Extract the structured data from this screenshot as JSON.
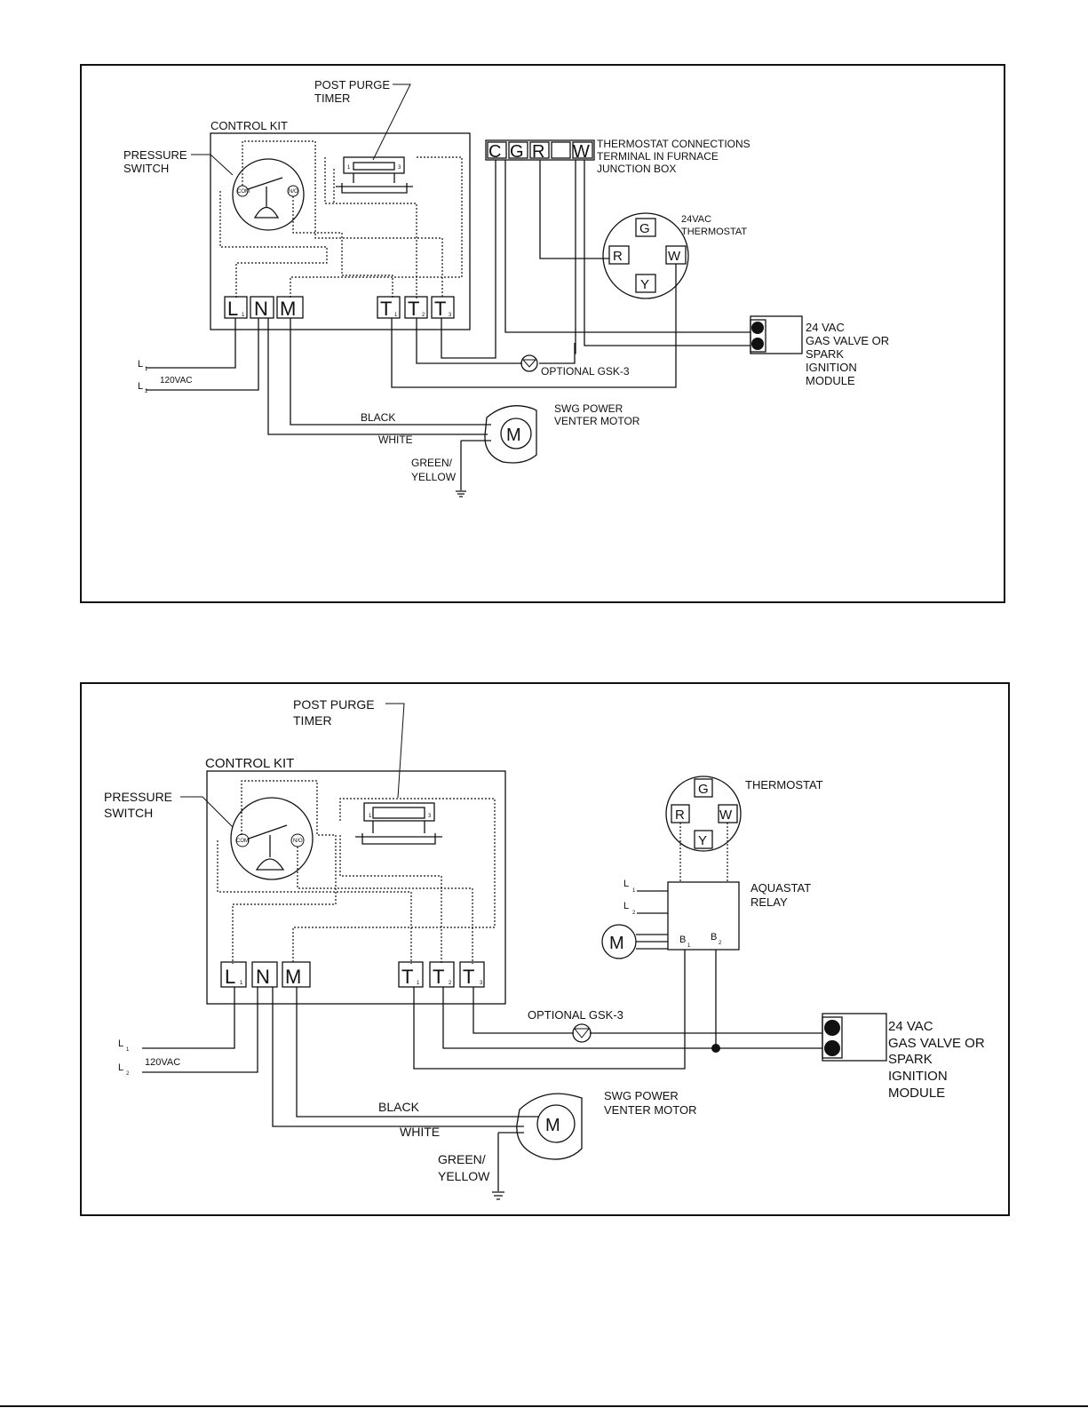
{
  "diagram1": {
    "post_purge_timer": [
      "POST PURGE",
      "TIMER"
    ],
    "control_kit": "CONTROL KIT",
    "pressure_switch": [
      "PRESSURE",
      "SWITCH"
    ],
    "switch_com": "COM",
    "switch_no": "N/O",
    "timer_pin1": "1",
    "timer_pin3": "3",
    "kit_terminals": [
      "L",
      "N",
      "M",
      "T",
      "T",
      "T"
    ],
    "kit_terminal_subs": [
      "1",
      "1",
      "2",
      "3"
    ],
    "thermostat_terminals": [
      "C",
      "G",
      "R",
      "W"
    ],
    "thermostat_connections": [
      "THERMOSTAT CONNECTIONS",
      "TERMINAL IN FURNACE",
      "JUNCTION BOX"
    ],
    "thermostat_label": [
      "24VAC",
      "THERMOSTAT"
    ],
    "thermostat_circle_terminals": [
      "G",
      "R",
      "W",
      "Y"
    ],
    "gas_valve": [
      "24 VAC",
      "GAS VALVE OR",
      "SPARK",
      "IGNITION",
      "MODULE"
    ],
    "optional": "OPTIONAL GSK-3",
    "l1": "L",
    "l2": "L",
    "l_subs": [
      "1",
      "2"
    ],
    "voltage": "120VAC",
    "black": "BLACK",
    "white": "WHITE",
    "motor_label": [
      "SWG POWER",
      "VENTER MOTOR"
    ],
    "motor_symbol": "M",
    "ground": [
      "GREEN/",
      "YELLOW"
    ]
  },
  "diagram2": {
    "post_purge_timer": [
      "POST PURGE",
      "TIMER"
    ],
    "control_kit": "CONTROL KIT",
    "pressure_switch": [
      "PRESSURE",
      "SWITCH"
    ],
    "switch_com": "COM",
    "switch_no": "N/O",
    "timer_pin1": "1",
    "timer_pin3": "3",
    "kit_terminals": [
      "L",
      "N",
      "M",
      "T",
      "T",
      "T"
    ],
    "kit_terminal_subs": [
      "1",
      "1",
      "2",
      "3"
    ],
    "thermostat_label": "THERMOSTAT",
    "thermostat_circle_terminals": [
      "G",
      "R",
      "W",
      "Y"
    ],
    "aquastat_relay": [
      "AQUASTAT",
      "RELAY"
    ],
    "relay_inputs": [
      "L",
      "L"
    ],
    "relay_input_subs": [
      "1",
      "2"
    ],
    "relay_outputs": [
      "B",
      "B"
    ],
    "relay_output_subs": [
      "1",
      "2"
    ],
    "pump_symbol": "M",
    "gas_valve": [
      "24 VAC",
      "GAS VALVE OR",
      "SPARK",
      "IGNITION",
      "MODULE"
    ],
    "optional": "OPTIONAL GSK-3",
    "l1": "L",
    "l2": "L",
    "l_subs": [
      "1",
      "2"
    ],
    "voltage": "120VAC",
    "black": "BLACK",
    "white": "WHITE",
    "motor_label": [
      "SWG POWER",
      "VENTER MOTOR"
    ],
    "motor_symbol": "M",
    "ground": [
      "GREEN/",
      "YELLOW"
    ]
  }
}
